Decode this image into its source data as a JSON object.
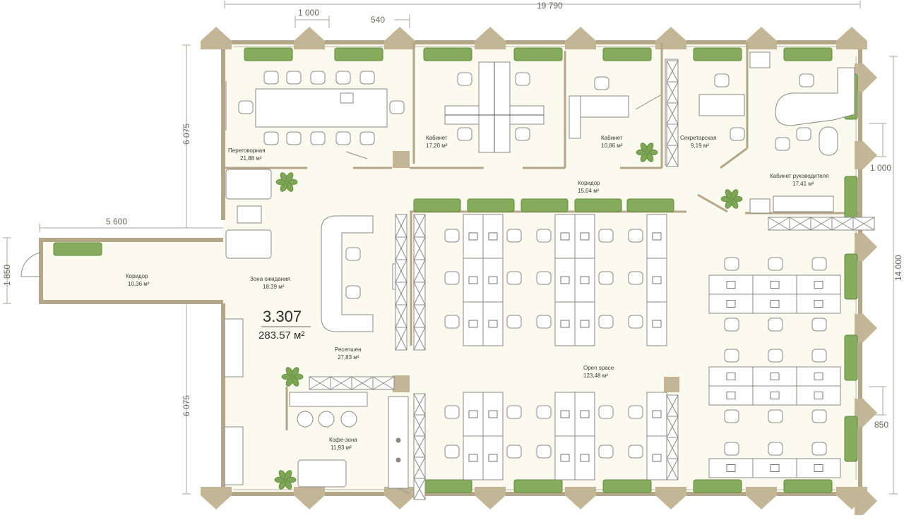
{
  "plan": {
    "unit_code": "3.307",
    "total_area": "283.57 м²"
  },
  "dimensions": {
    "top_total": "19 790",
    "top_a": "1 000",
    "top_b": "540",
    "left_upper": "6 075",
    "left_lower": "6 075",
    "left_wing_width": "5 600",
    "left_wing_height": "1 850",
    "right_total": "14 000",
    "right_a": "1 000",
    "right_b": "850"
  },
  "rooms": {
    "meeting": {
      "name": "Переговорная",
      "area": "21,88 м²"
    },
    "cabinet1": {
      "name": "Кабинет",
      "area": "17,20 м²"
    },
    "cabinet2": {
      "name": "Кабинет",
      "area": "10,86 м²"
    },
    "secretary": {
      "name": "Секретарская",
      "area": "9,19 м²"
    },
    "director": {
      "name": "Кабинет руководителя",
      "area": "17,41 м²"
    },
    "corridor_top": {
      "name": "Коридор",
      "area": "15,04 м²"
    },
    "corridor_left": {
      "name": "Коридор",
      "area": "10,36 м²"
    },
    "waiting": {
      "name": "Зона ожидания",
      "area": "18,39 м²"
    },
    "reception": {
      "name": "Ресепшен",
      "area": "27,83 м²"
    },
    "openspace": {
      "name": "Open space",
      "area": "123,48 м²"
    },
    "coffee": {
      "name": "Кофе-зона",
      "area": "11,93 м²"
    }
  },
  "colors": {
    "wall": "#b4a789",
    "floor": "#fbfaee",
    "plant": "#6f9a45",
    "line": "#8c8a85",
    "column": "#c2b697"
  }
}
